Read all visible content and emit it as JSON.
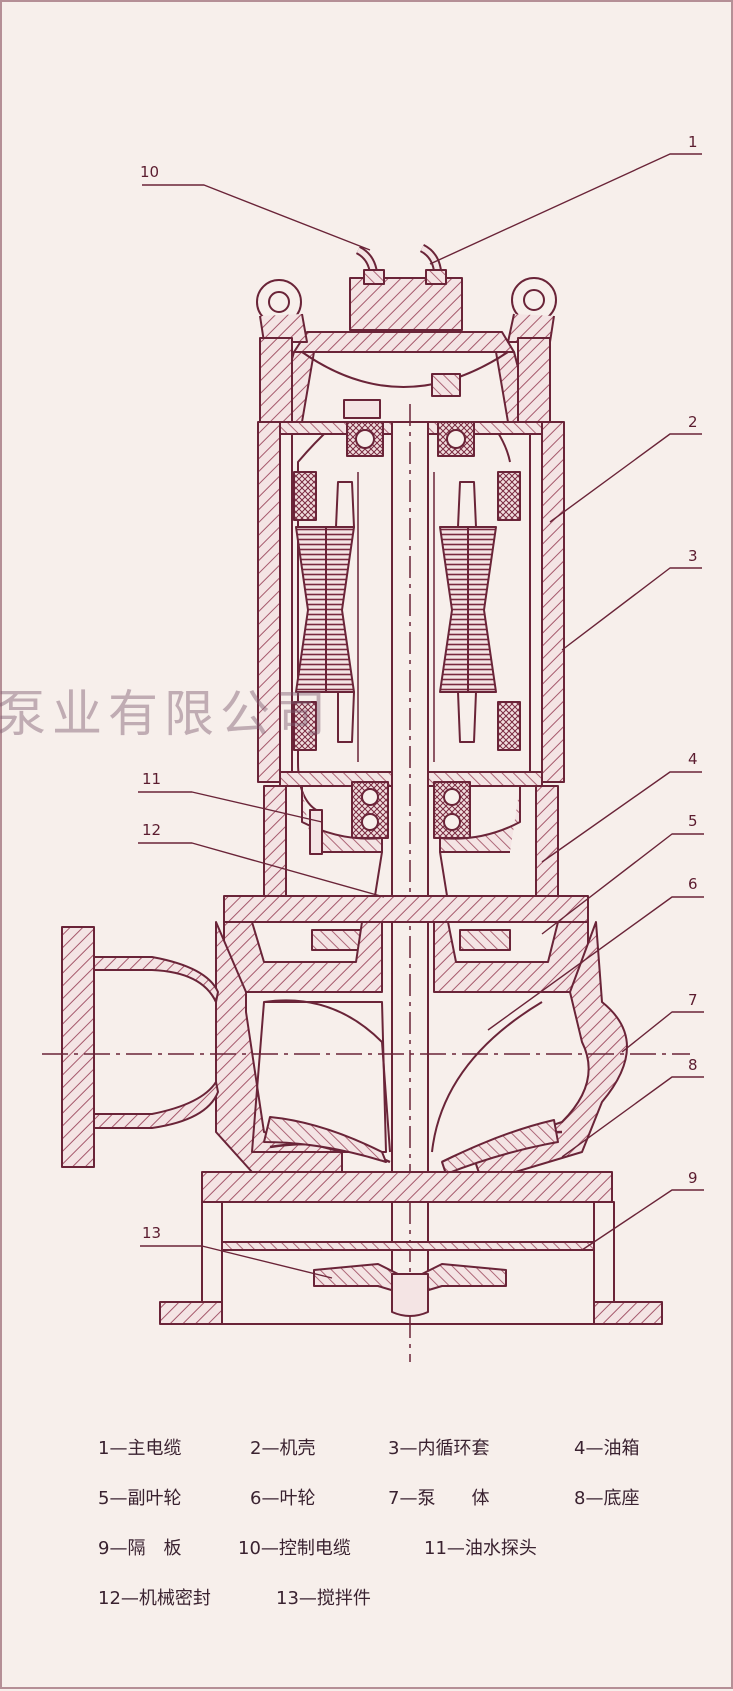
{
  "watermark": "泵业有限公司",
  "callouts": [
    "1",
    "2",
    "3",
    "4",
    "5",
    "6",
    "7",
    "8",
    "9",
    "10",
    "11",
    "12",
    "13"
  ],
  "legend_rows": [
    [
      "1—主电缆",
      "2—机壳",
      "3—内循环套",
      "4—油箱"
    ],
    [
      "5—副叶轮",
      "6—叶轮",
      "7—泵　　体",
      "8—底座"
    ],
    [
      "9—隔　板",
      "10—控制电缆",
      "11—油水探头"
    ],
    [
      "12—机械密封",
      "13—搅拌件"
    ]
  ],
  "colors": {
    "line": "#6a2438",
    "hatch": "#a5586b",
    "paper": "#f7efeb",
    "text": "#3a2230"
  }
}
